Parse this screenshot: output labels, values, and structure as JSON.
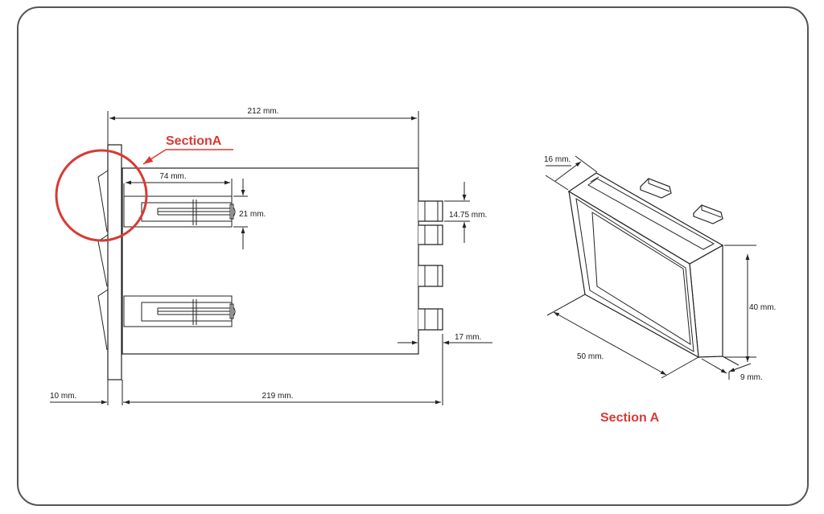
{
  "colors": {
    "accent": "#d83a35",
    "line": "#222222",
    "border": "#555555"
  },
  "side_view": {
    "dim_top": "212 mm.",
    "section_label": "SectionA",
    "dim_74": "74 mm.",
    "dim_21": "21 mm.",
    "dim_14_75": "14.75 mm.",
    "dim_17": "17 mm.",
    "dim_10": "10 mm.",
    "dim_219": "219 mm."
  },
  "section_view": {
    "dim_16": "16 mm.",
    "dim_40": "40 mm.",
    "dim_50": "50 mm.",
    "dim_9": "9 mm.",
    "title": "Section A"
  }
}
